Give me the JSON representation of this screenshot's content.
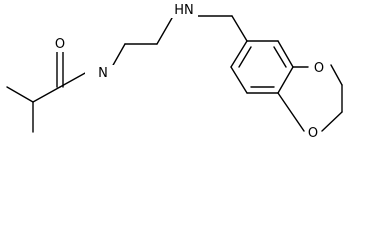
{
  "molecule": {
    "atoms": {
      "oxygen_carbonyl": "O",
      "amide_nh": "N",
      "amine_nh": "HN",
      "oxygen_ring_top": "O",
      "oxygen_ring_bottom": "O"
    },
    "colors": {
      "bond": "#000000",
      "label": "#000000",
      "background": "#ffffff"
    }
  }
}
